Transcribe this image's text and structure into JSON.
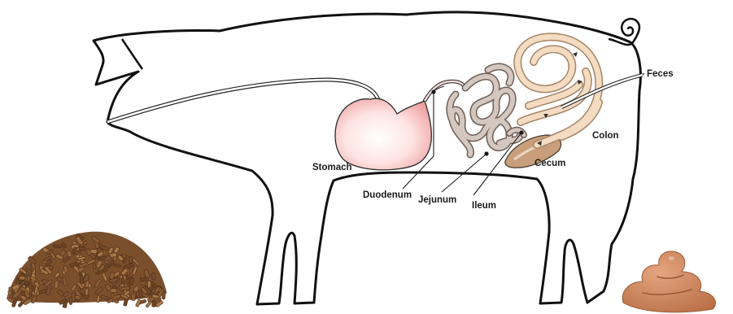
{
  "labels": {
    "stomach": "Stomach",
    "duodenum": "Duodenum",
    "jejunum": "Jejunum",
    "ileum": "Ileum",
    "cecum": "Cecum",
    "colon": "Colon",
    "feces": "Feces"
  },
  "colors": {
    "stomach": "#f7c9c6",
    "small_intestine": "#c9bcb4",
    "colon": "#f3dcc2",
    "cecum": "#c89f7a",
    "feed_pellets": "#8a5c34",
    "manure": "#c8865e"
  },
  "icons": {
    "feed": "feed-pellets-icon",
    "manure": "manure-icon"
  }
}
